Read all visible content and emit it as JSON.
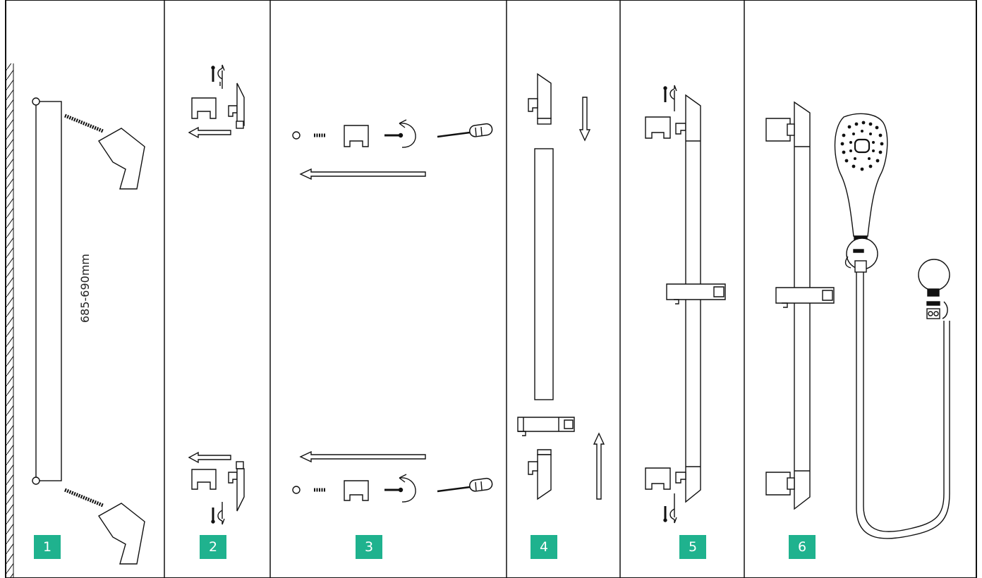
{
  "dimension_label": "685-690mm",
  "steps": [
    {
      "number": "1"
    },
    {
      "number": "2"
    },
    {
      "number": "3"
    },
    {
      "number": "4"
    },
    {
      "number": "5"
    },
    {
      "number": "6"
    }
  ],
  "colors": {
    "badge": "#1fb28e",
    "badge_text": "#ffffff",
    "line": "#111111"
  }
}
